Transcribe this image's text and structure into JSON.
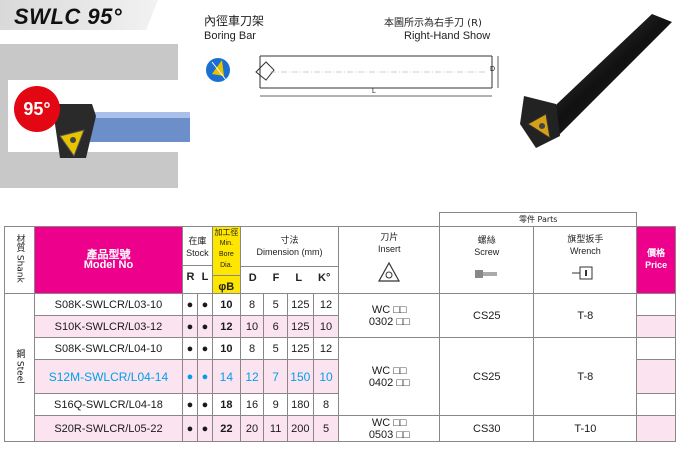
{
  "header": {
    "title": "SWLC 95°",
    "angle": "95°",
    "category_cn": "內徑車刀架",
    "category_en": "Boring Bar",
    "hand_cn": "本圖所示為右手刀 (R)",
    "hand_en": "Right-Hand Show",
    "dim_d": "D",
    "dim_l": "L"
  },
  "table": {
    "parts_cn_en": "零件 Parts",
    "shank": "材質 Shank",
    "model_cn": "產品型號",
    "model_en": "Model No",
    "stock_cn": "在庫",
    "stock_en": "Stock",
    "r": "R",
    "l": "L",
    "minbore_cn": "加工徑",
    "minbore_en1": "Min. Bore",
    "minbore_en2": "Dia.",
    "dim_cn": "寸法",
    "dim_en": "Dimension (mm)",
    "insert_cn": "刀片",
    "insert_en": "Insert",
    "screw_cn": "螺絲",
    "screw_en": "Screw",
    "wrench_cn": "旗型扳手",
    "wrench_en": "Wrench",
    "price_cn": "價格",
    "price_en": "Price",
    "phi_b": "φB",
    "col_d": "D",
    "col_f": "F",
    "col_l": "L",
    "col_k": "K°",
    "steel": "鋼 Steel",
    "rows": [
      {
        "model": "S08K-SWLCR/L03-10",
        "r": "●",
        "l": "●",
        "b": "10",
        "d": "8",
        "f": "5",
        "len": "125",
        "k": "12"
      },
      {
        "model": "S10K-SWLCR/L03-12",
        "r": "●",
        "l": "●",
        "b": "12",
        "d": "10",
        "f": "6",
        "len": "125",
        "k": "10"
      },
      {
        "model": "S08K-SWLCR/L04-10",
        "r": "●",
        "l": "●",
        "b": "10",
        "d": "8",
        "f": "5",
        "len": "125",
        "k": "12"
      },
      {
        "model": "S12M-SWLCR/L04-14",
        "r": "●",
        "l": "●",
        "b": "14",
        "d": "12",
        "f": "7",
        "len": "150",
        "k": "10"
      },
      {
        "model": "S16Q-SWLCR/L04-18",
        "r": "●",
        "l": "●",
        "b": "18",
        "d": "16",
        "f": "9",
        "len": "180",
        "k": "8"
      },
      {
        "model": "S20R-SWLCR/L05-22",
        "r": "●",
        "l": "●",
        "b": "22",
        "d": "20",
        "f": "11",
        "len": "200",
        "k": "5"
      }
    ],
    "groups": [
      {
        "insert1": "WC □□",
        "insert2": "0302 □□",
        "screw": "CS25",
        "wrench": "T-8"
      },
      {
        "insert1": "WC □□",
        "insert2": "0402 □□",
        "screw": "CS25",
        "wrench": "T-8"
      },
      {
        "insert1": "WC □□",
        "insert2": "0503 □□",
        "screw": "CS30",
        "wrench": "T-10"
      }
    ]
  },
  "colors": {
    "accent": "#ec008c",
    "highlight": "#00a0e9",
    "badge": "#e30613",
    "minbore": "#ffe600"
  }
}
